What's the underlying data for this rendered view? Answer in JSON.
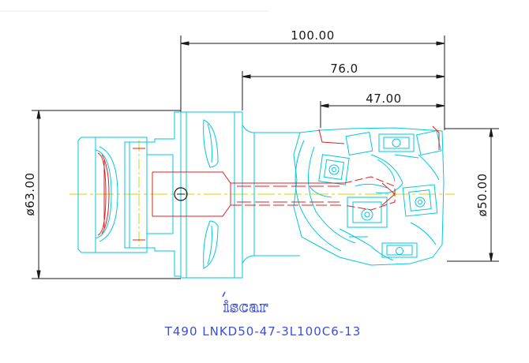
{
  "drawing": {
    "dimensions": {
      "overall_length": "100.00",
      "shank_to_tip": "76.0",
      "cut_length": "47.00",
      "body_diameter": "ø63.00",
      "cutter_diameter": "ø50.00"
    },
    "logo": "iscar",
    "part_title": "T490 LNKD50-47-3L100C6-13"
  },
  "colors": {
    "outline": "#00c8e0",
    "dimension": "#1a1a1a",
    "hidden": "#e02020",
    "center": "#d4d400",
    "title": "#3a4fd8"
  }
}
